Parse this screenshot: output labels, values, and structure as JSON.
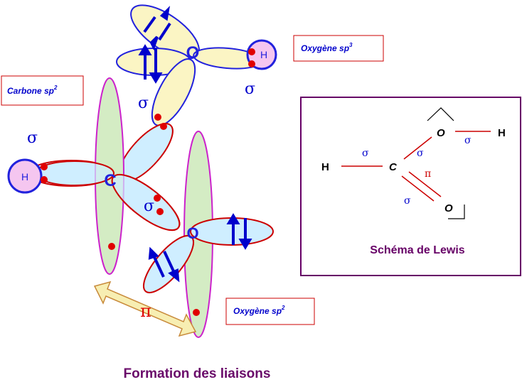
{
  "labels": {
    "oxygene_sp3": {
      "text": "Oxygène sp",
      "exp": "3"
    },
    "carbone_sp2": {
      "text": "Carbone sp",
      "exp": "2"
    },
    "oxygene_sp2": {
      "text": "Oxygène sp",
      "exp": "2"
    }
  },
  "atoms": {
    "h_top": "H",
    "h_left": "H",
    "o_top": "O",
    "c_center": "C",
    "o_bottom": "O"
  },
  "bonds": {
    "sigma": "σ",
    "pi": "π"
  },
  "lewis": {
    "title": "Schéma de Lewis",
    "atom_h_left": "H",
    "atom_c": "C",
    "atom_o_top": "O",
    "atom_h_right": "H",
    "atom_o_bottom": "O",
    "sigma": "σ",
    "pi": "π"
  },
  "caption": "Formation des liaisons",
  "colors": {
    "orbital_blue": "#cfeeff",
    "orbital_green": "#d4ecc4",
    "orbital_yellow": "#fbf5c4",
    "atom_h": "#f5c6f0",
    "border_blue": "#2222dd",
    "border_red": "#cc0000",
    "border_pink": "#cc22cc",
    "electron": "#e00000",
    "lewis_frame": "#660066",
    "caption": "#6a0a6a",
    "pi_arrow": "#f7eeb2"
  }
}
